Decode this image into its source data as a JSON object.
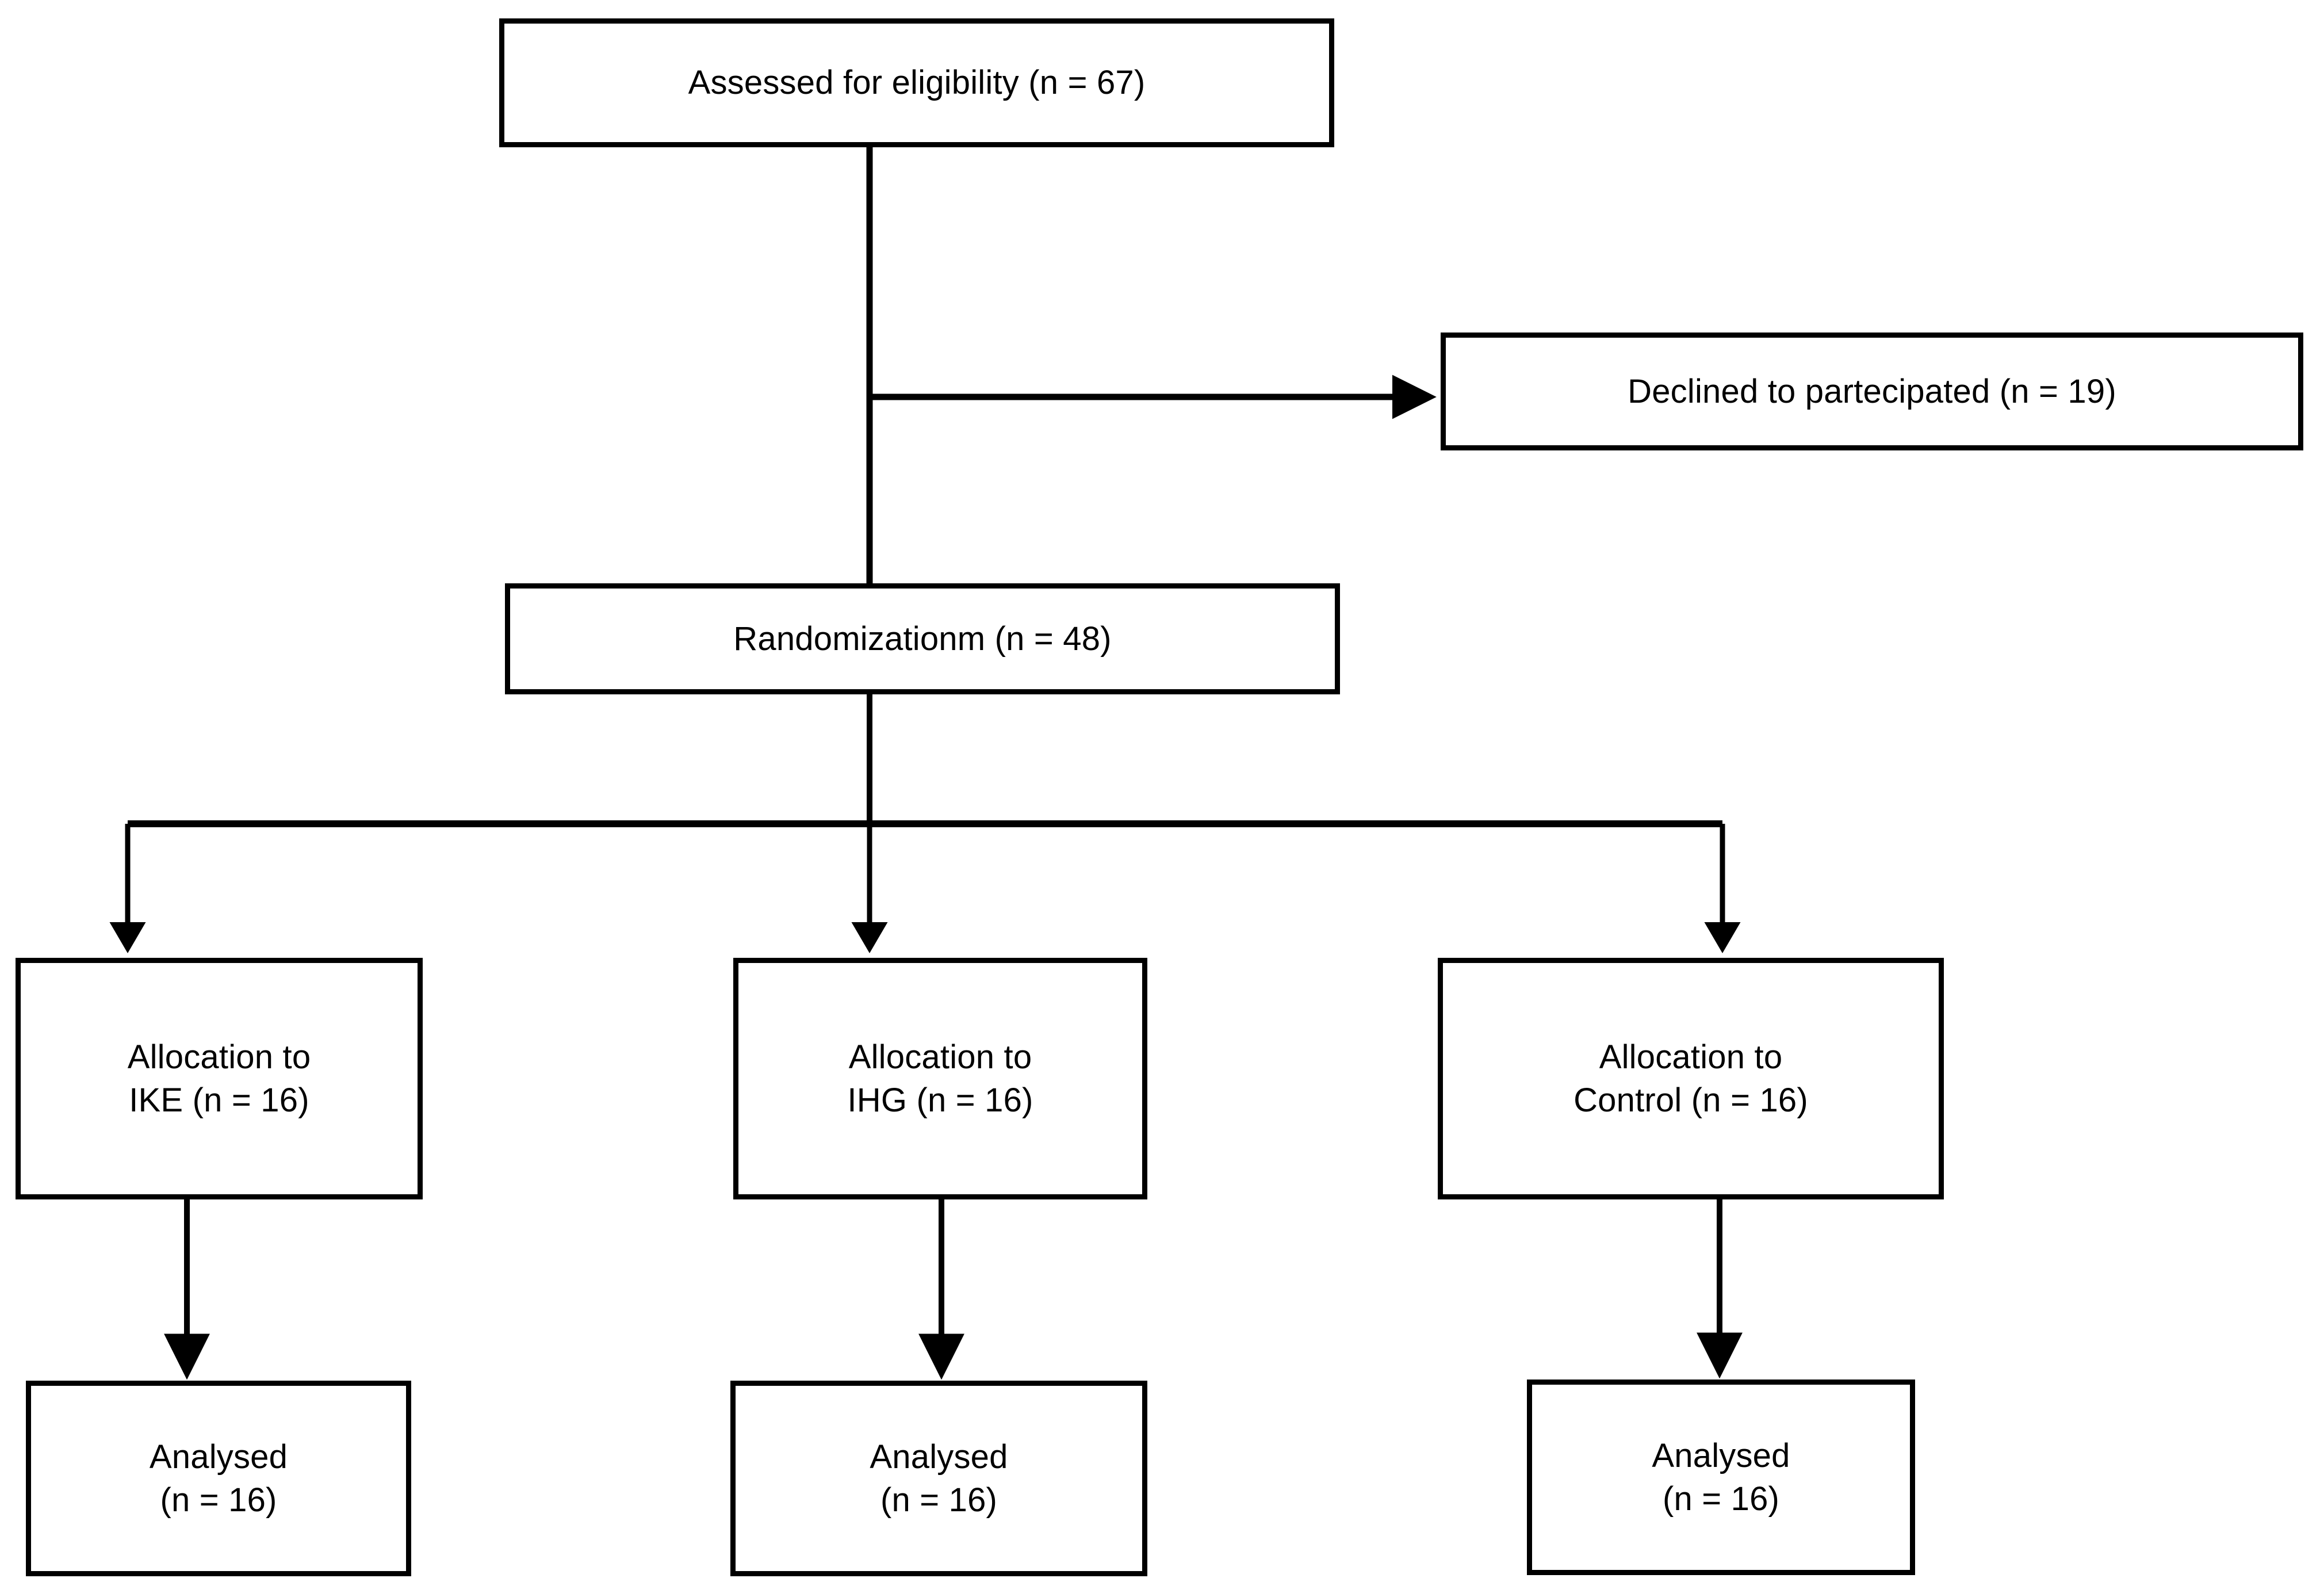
{
  "diagram": {
    "type": "consort-flow-diagram",
    "title": "",
    "line_color": "#000000",
    "box_fill": "#ffffff",
    "background": "#ffffff"
  },
  "nodes": {
    "assessed": {
      "label": "Assessed for eligibility (n = 67)",
      "n": 67
    },
    "declined": {
      "label": "Declined to partecipated (n = 19)",
      "n": 19
    },
    "randomization": {
      "label": "Randomizationm (n = 48)",
      "n": 48
    },
    "allocation": [
      {
        "key": "ike",
        "label": "Allocation to\nIKE (n = 16)",
        "group": "IKE",
        "n": 16
      },
      {
        "key": "ihg",
        "label": "Allocation to\nIHG (n = 16)",
        "group": "IHG",
        "n": 16
      },
      {
        "key": "control",
        "label": "Allocation to\nControl (n = 16)",
        "group": "Control",
        "n": 16
      }
    ],
    "analysed": [
      {
        "key": "ike",
        "label": "Analysed\n(n = 16)",
        "group": "IKE",
        "n": 16
      },
      {
        "key": "ihg",
        "label": "Analysed\n(n = 16)",
        "group": "IHG",
        "n": 16
      },
      {
        "key": "control",
        "label": "Analysed\n(n = 16)",
        "group": "Control",
        "n": 16
      }
    ]
  },
  "edges": [
    {
      "from": "assessed",
      "to": "randomization",
      "style": "plain-line"
    },
    {
      "from": "assessed",
      "to": "declined",
      "style": "arrow-right"
    },
    {
      "from": "randomization",
      "to": "allocation-ike",
      "style": "arrow-down"
    },
    {
      "from": "randomization",
      "to": "allocation-ihg",
      "style": "arrow-down"
    },
    {
      "from": "randomization",
      "to": "allocation-control",
      "style": "arrow-down"
    },
    {
      "from": "allocation-ike",
      "to": "analysed-ike",
      "style": "arrow-down"
    },
    {
      "from": "allocation-ihg",
      "to": "analysed-ihg",
      "style": "arrow-down"
    },
    {
      "from": "allocation-control",
      "to": "analysed-control",
      "style": "arrow-down"
    }
  ]
}
